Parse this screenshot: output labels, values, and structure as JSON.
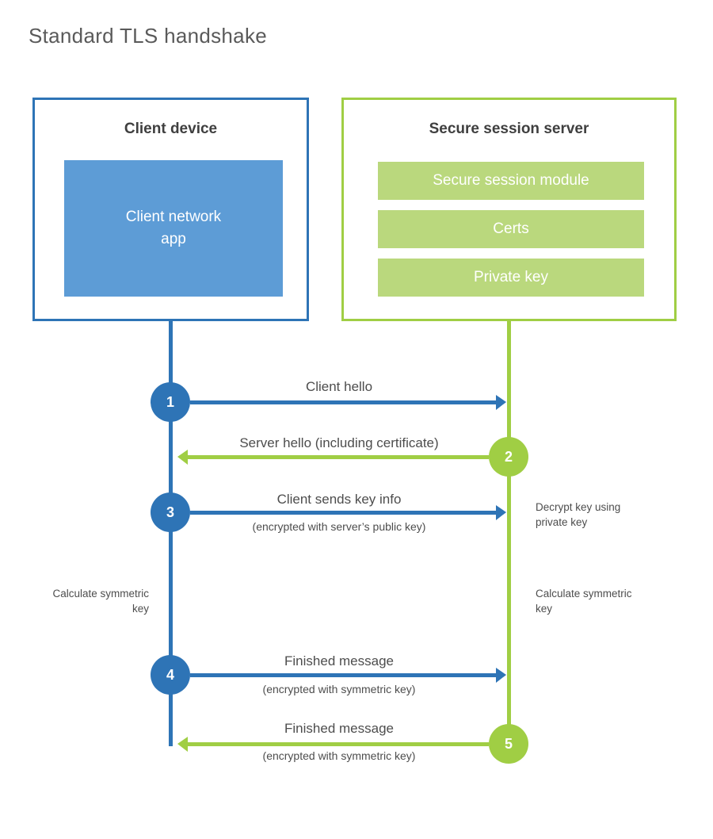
{
  "page": {
    "title": "Standard TLS handshake"
  },
  "client_box": {
    "title": "Client device",
    "module": "Client network app"
  },
  "server_box": {
    "title": "Secure session server",
    "modules": [
      "Secure session module",
      "Certs",
      "Private key"
    ]
  },
  "steps": [
    {
      "num": "1",
      "label": "Client hello",
      "sub": "",
      "direction": "right",
      "actor": "client"
    },
    {
      "num": "2",
      "label": "Server hello (including certificate)",
      "sub": "",
      "direction": "left",
      "actor": "server"
    },
    {
      "num": "3",
      "label": "Client sends key info",
      "sub": "(encrypted with server’s public key)",
      "direction": "right",
      "actor": "client"
    },
    {
      "num": "4",
      "label": "Finished message",
      "sub": "(encrypted with symmetric key)",
      "direction": "right",
      "actor": "client"
    },
    {
      "num": "5",
      "label": "Finished message",
      "sub": "(encrypted with symmetric key)",
      "direction": "left",
      "actor": "server"
    }
  ],
  "notes": {
    "decrypt": "Decrypt key using private key",
    "calc_left": "Calculate symmetric key",
    "calc_right": "Calculate symmetric key"
  },
  "colors": {
    "blue": "#2e74b6",
    "blue_fill": "#5d9cd6",
    "green": "#a0ce44",
    "green_fill": "#bad87d",
    "heading_text": "#3f3f3f",
    "label_text": "#4d4d4d",
    "title_text": "#5a5a5a"
  }
}
